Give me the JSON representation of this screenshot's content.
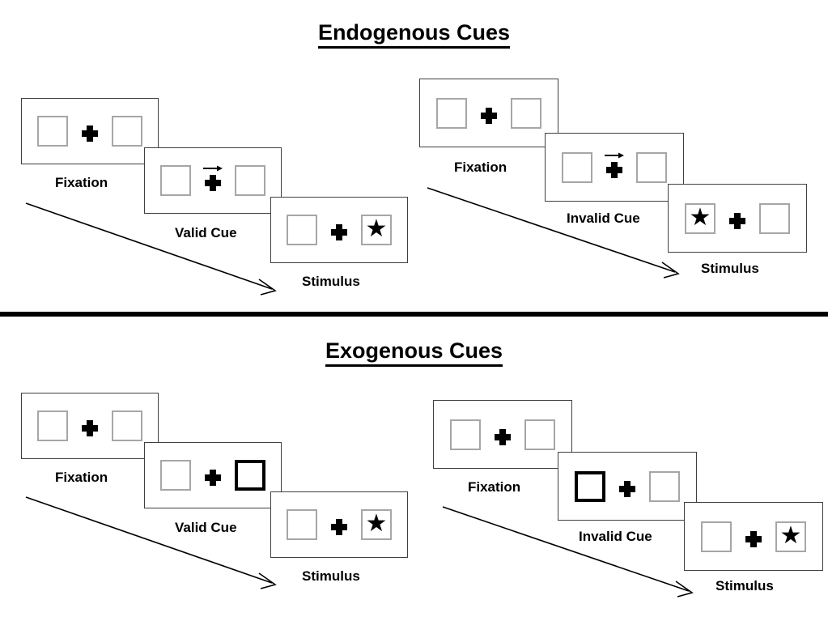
{
  "figure": {
    "sections": [
      {
        "id": "endogenous",
        "title": "Endogenous Cues",
        "conditions": [
          {
            "id": "endogenous-valid",
            "stages": [
              {
                "id": "fixation",
                "caption": "Fixation",
                "left_box": "empty",
                "right_box": "empty",
                "cue": "none"
              },
              {
                "id": "cue",
                "caption": "Valid Cue",
                "left_box": "empty",
                "right_box": "empty",
                "cue": "arrow-right"
              },
              {
                "id": "stimulus",
                "caption": "Stimulus",
                "left_box": "empty",
                "right_box": "star",
                "cue": "none"
              }
            ]
          },
          {
            "id": "endogenous-invalid",
            "stages": [
              {
                "id": "fixation",
                "caption": "Fixation",
                "left_box": "empty",
                "right_box": "empty",
                "cue": "none"
              },
              {
                "id": "cue",
                "caption": "Invalid Cue",
                "left_box": "empty",
                "right_box": "empty",
                "cue": "arrow-right"
              },
              {
                "id": "stimulus",
                "caption": "Stimulus",
                "left_box": "star",
                "right_box": "empty",
                "cue": "none"
              }
            ]
          }
        ]
      },
      {
        "id": "exogenous",
        "title": "Exogenous Cues",
        "conditions": [
          {
            "id": "exogenous-valid",
            "stages": [
              {
                "id": "fixation",
                "caption": "Fixation",
                "left_box": "empty",
                "right_box": "empty",
                "cue": "none"
              },
              {
                "id": "cue",
                "caption": "Valid Cue",
                "left_box": "empty",
                "right_box": "highlighted",
                "cue": "none"
              },
              {
                "id": "stimulus",
                "caption": "Stimulus",
                "left_box": "empty",
                "right_box": "star",
                "cue": "none"
              }
            ]
          },
          {
            "id": "exogenous-invalid",
            "stages": [
              {
                "id": "fixation",
                "caption": "Fixation",
                "left_box": "empty",
                "right_box": "empty",
                "cue": "none"
              },
              {
                "id": "cue",
                "caption": "Invalid Cue",
                "left_box": "highlighted",
                "right_box": "empty",
                "cue": "none"
              },
              {
                "id": "stimulus",
                "caption": "Stimulus",
                "left_box": "empty",
                "right_box": "star",
                "cue": "none"
              }
            ]
          }
        ]
      }
    ],
    "icons": {
      "star": "★",
      "fixation_cross": "fixation-cross-icon",
      "arrow_cue": "arrow-right-cue-icon",
      "time_arrow": "time-progression-arrow-icon"
    },
    "colors": {
      "box_border": "#a6a6a6",
      "box_border_cued": "#000000",
      "panel_border": "#3f3f3f",
      "text": "#000000",
      "divider": "#000000",
      "background": "#ffffff"
    }
  }
}
